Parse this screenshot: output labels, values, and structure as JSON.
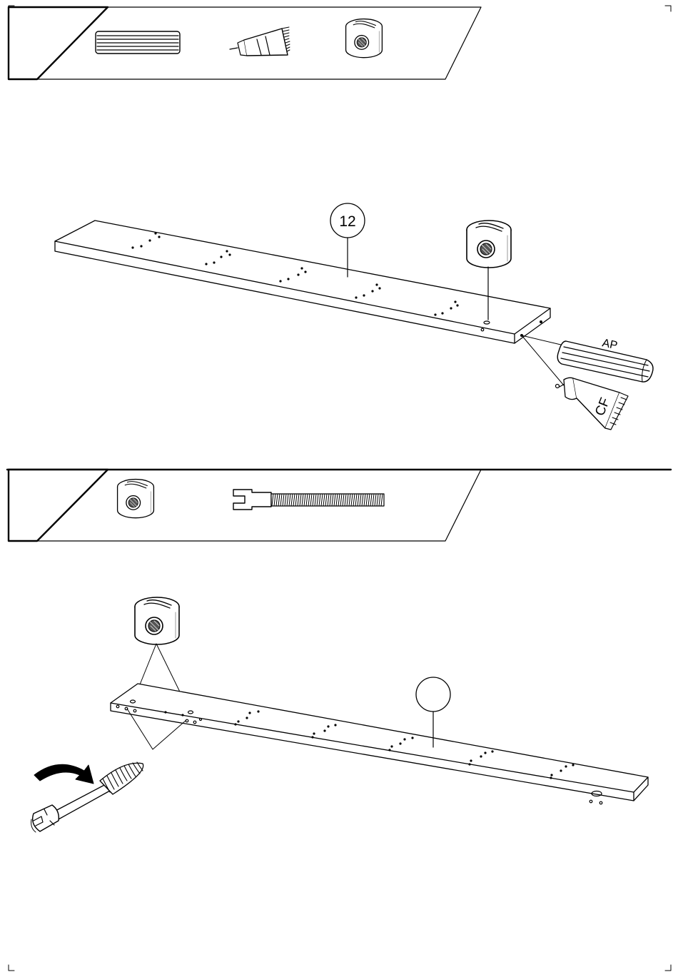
{
  "step_a": {
    "part_label": "12",
    "tool_label": "AP",
    "glue_label": "CF",
    "parts_icons": [
      "dowel-icon",
      "glue-tube-icon",
      "cam-barrel-nut-icon"
    ]
  },
  "step_b": {
    "part_label": "",
    "parts_icons": [
      "cam-barrel-nut-icon",
      "bolt-icon"
    ]
  }
}
